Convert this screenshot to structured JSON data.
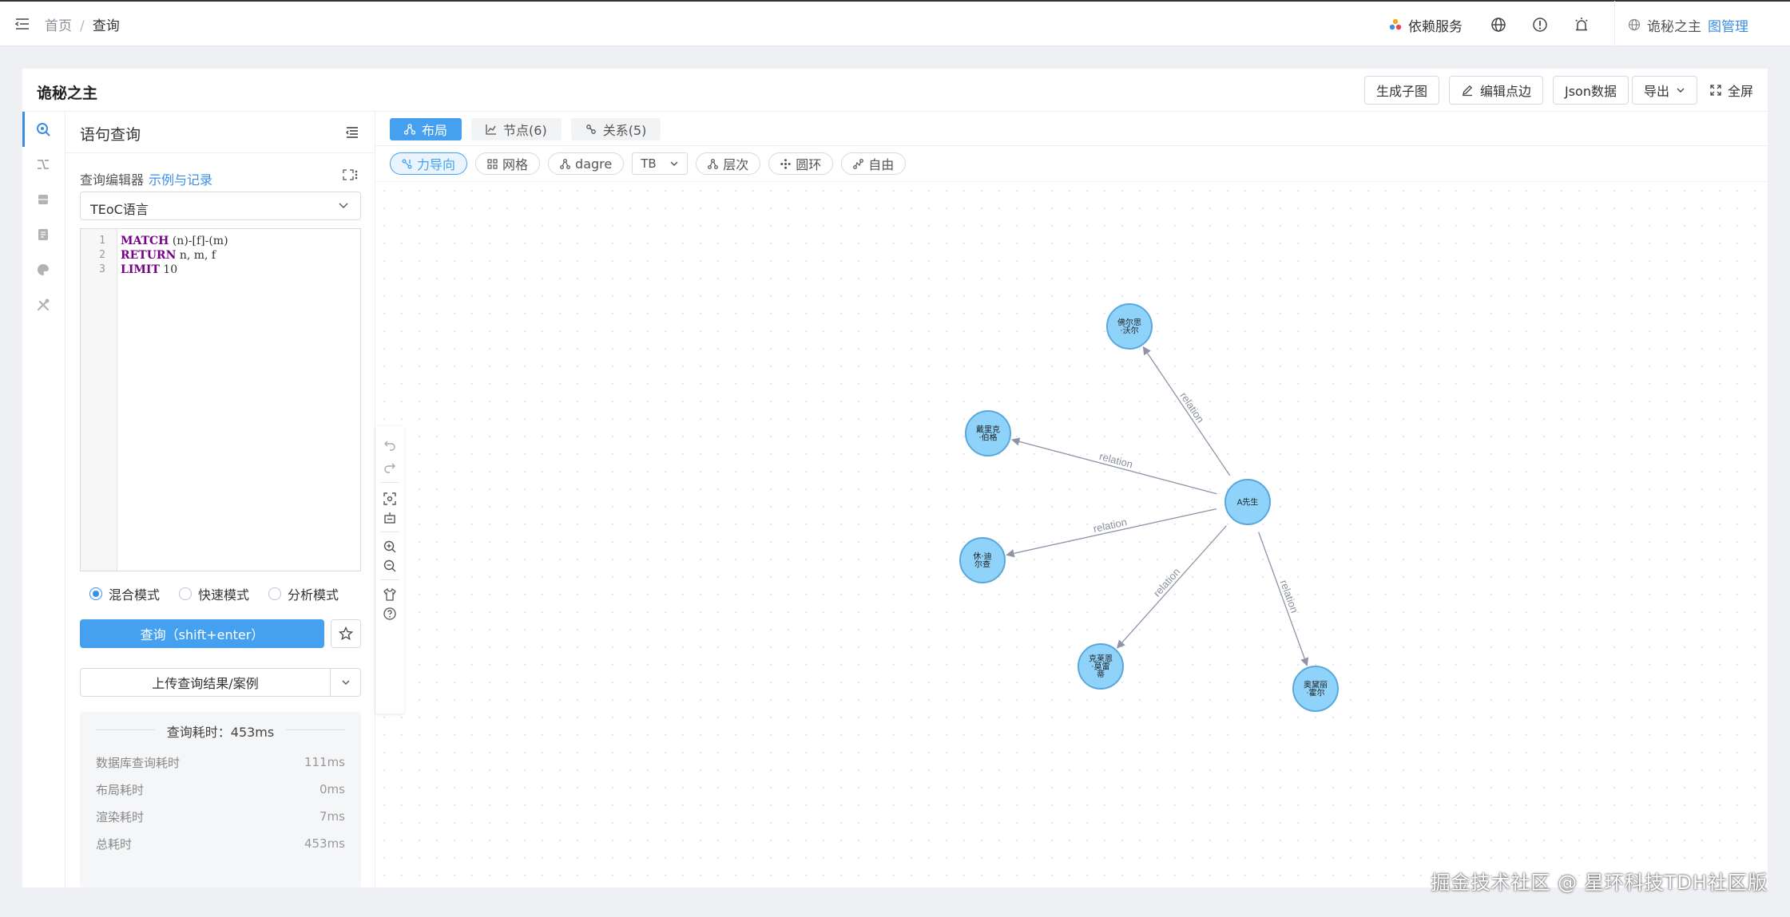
{
  "breadcrumb": {
    "home": "首页",
    "separator": "/",
    "current": "查询"
  },
  "topbar": {
    "dependency_label": "依赖服务",
    "user_name": "诡秘之主",
    "admin_label": "图管理"
  },
  "card": {
    "title": "诡秘之主"
  },
  "header_buttons": {
    "subgraph": "生成子图",
    "edit": "编辑点边",
    "json": "Json数据",
    "export": "导出",
    "fullscreen": "全屏"
  },
  "query_panel": {
    "title": "语句查询",
    "editor_label": "查询编辑器",
    "examples_link": "示例与记录",
    "language": "TEoC语言",
    "code_lines": [
      {
        "num": "1",
        "kw": "MATCH",
        "rest": " (n)-[f]-(m)"
      },
      {
        "num": "2",
        "kw": "RETURN",
        "rest": " n, m, f"
      },
      {
        "num": "3",
        "kw": "LIMIT",
        "rest": " 10"
      }
    ],
    "modes": [
      "混合模式",
      "快速模式",
      "分析模式"
    ],
    "selected_mode": "混合模式",
    "query_button": "查询（shift+enter）",
    "upload_button": "上传查询结果/案例",
    "stats": {
      "title": "查询耗时：453ms",
      "rows": [
        {
          "label": "数据库查询耗时",
          "value": "111ms"
        },
        {
          "label": "布局耗时",
          "value": "0ms"
        },
        {
          "label": "渲染耗时",
          "value": "7ms"
        },
        {
          "label": "总耗时",
          "value": "453ms"
        }
      ]
    }
  },
  "graph_tabs": {
    "layout": "布局",
    "nodes": "节点(6)",
    "relations": "关系(5)"
  },
  "layout_buttons": {
    "force": "力导向",
    "grid": "网格",
    "dagre": "dagre",
    "direction": "TB",
    "hierarchy": "层次",
    "circle": "圆环",
    "free": "自由"
  },
  "graph": {
    "center": {
      "name": "A先生"
    },
    "nodes": [
      {
        "line1": "佛尔思",
        "line2": "·沃尔"
      },
      {
        "line1": "戴里克",
        "line2": "·伯格"
      },
      {
        "line1": "休·迪",
        "line2": "尔查"
      },
      {
        "line1": "克莱恩",
        "line2": "·莫雷",
        "line3": "蒂"
      },
      {
        "line1": "奥黛丽",
        "line2": "·霍尔"
      }
    ],
    "edge_label": "relation"
  },
  "watermark": "掘金技术社区 @ 星环科技TDH社区版",
  "colors": {
    "accent": "#45a1f0",
    "node_fill": "#8fd3fa",
    "node_stroke": "#5aa7dd",
    "edge": "#8e93a6"
  }
}
